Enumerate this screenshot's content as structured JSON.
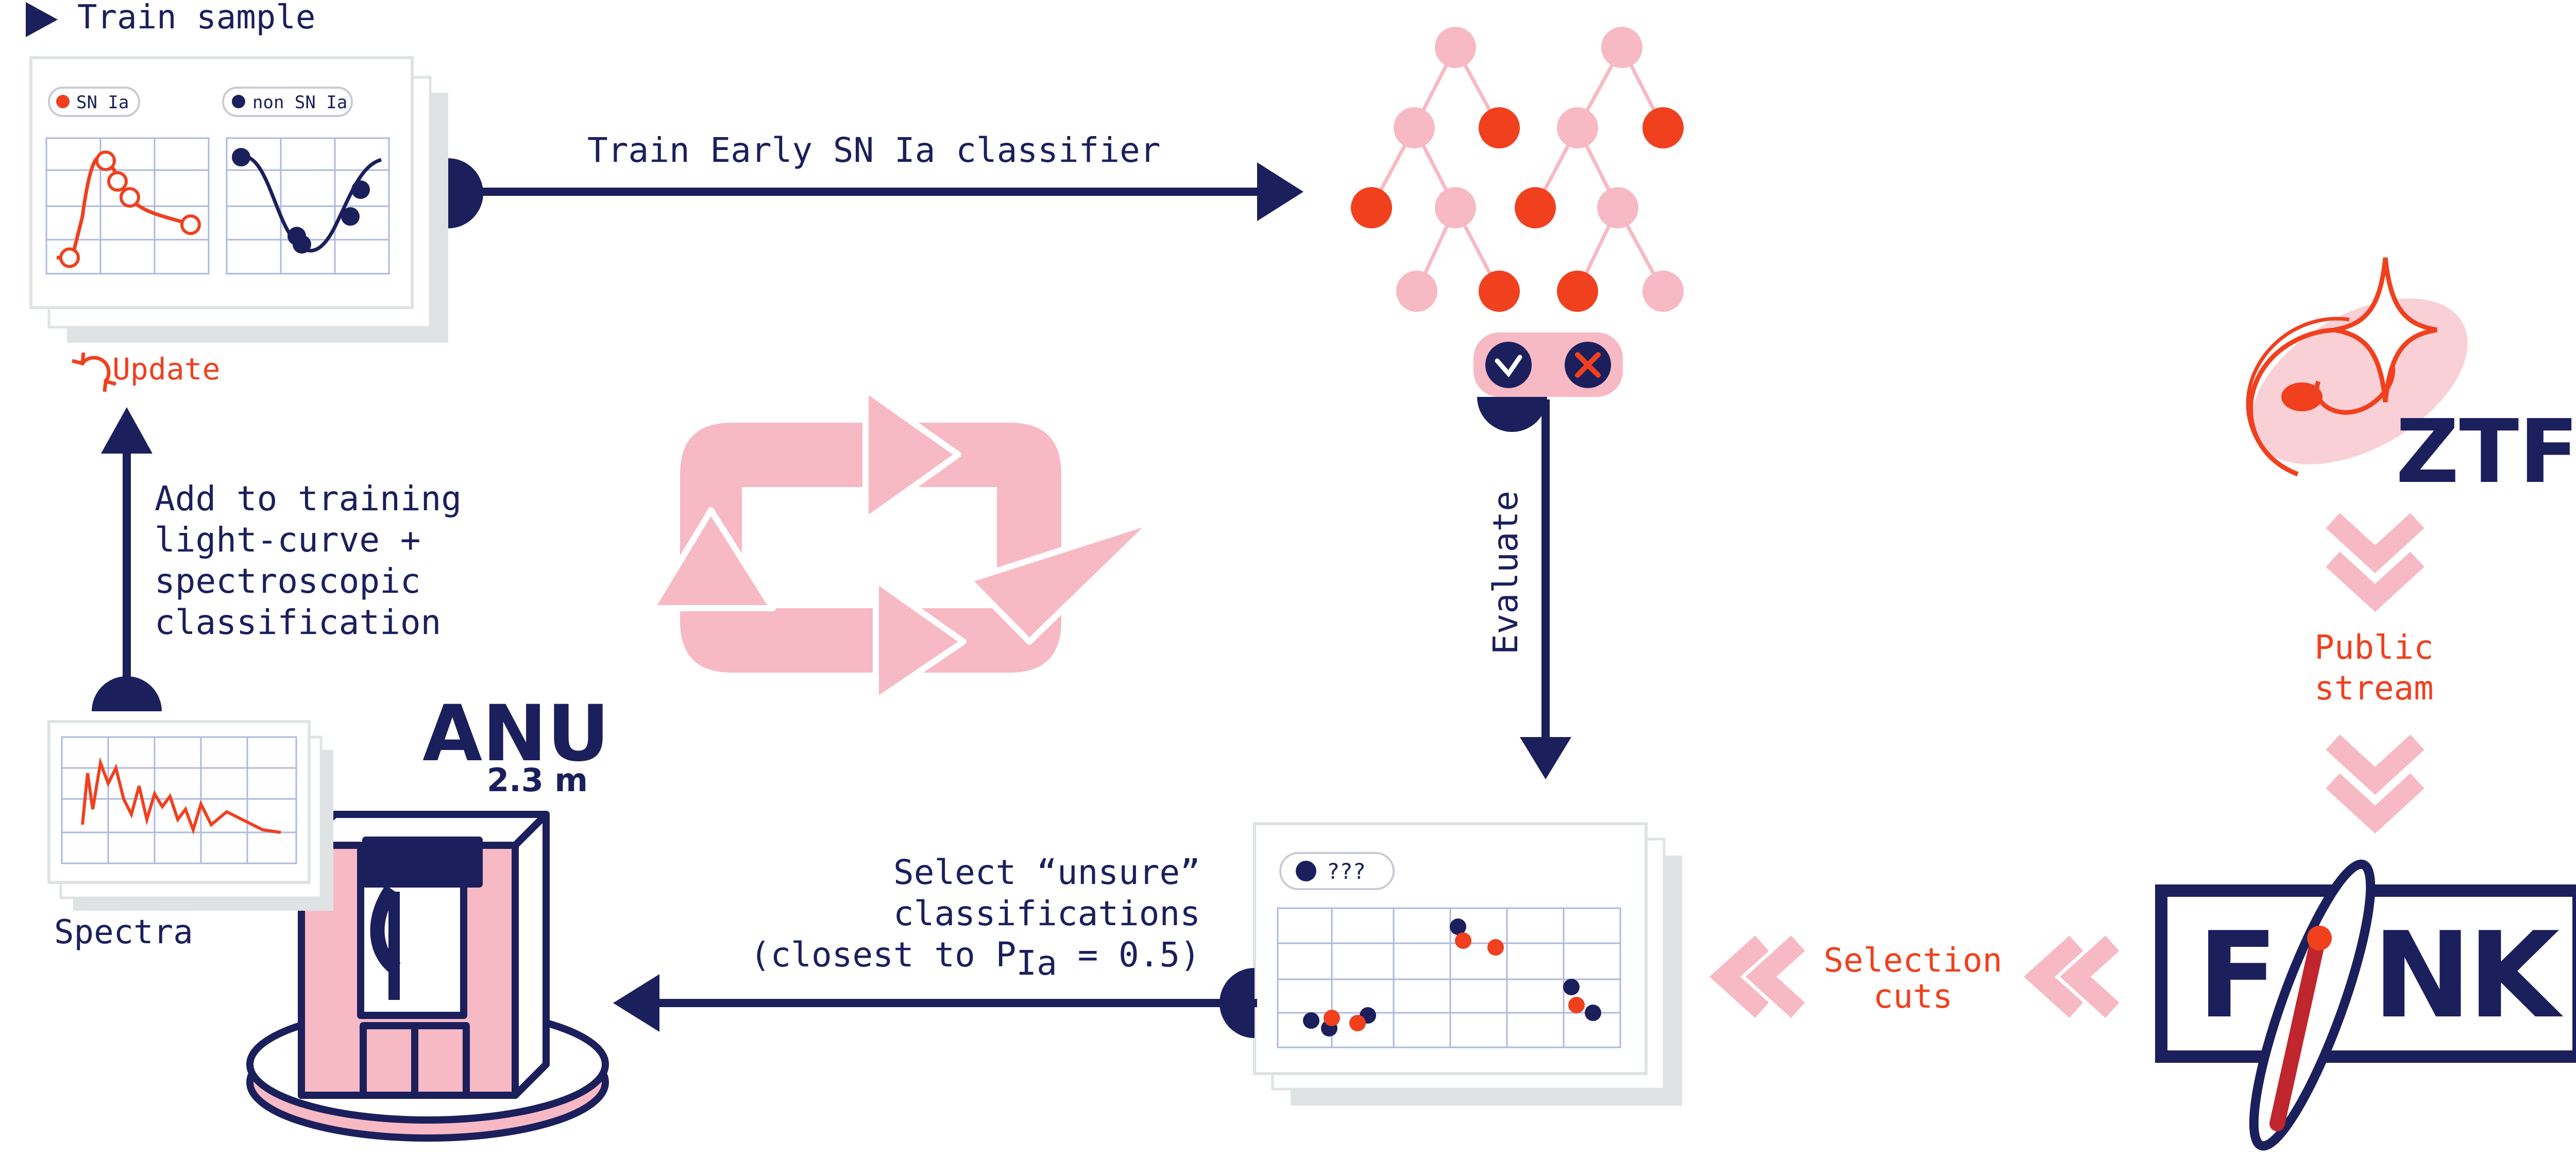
{
  "colors": {
    "navy": "#1b1f5c",
    "orange": "#f0401e",
    "pink": "#f7b9c4",
    "pink_light": "#fad0d7",
    "grid": "#aeb9de",
    "card_shadow": "#dfe3e4"
  },
  "train": {
    "title": "Train sample",
    "legend_ia": "SN Ia",
    "legend_non": "non SN Ia",
    "update": "Update"
  },
  "train_arrow": {
    "label": "Train Early SN Ia classifier"
  },
  "evaluate": {
    "label": "Evaluate"
  },
  "ztf": {
    "label": "ZTF",
    "stream_line1": "Public",
    "stream_line2": "stream"
  },
  "fink": {
    "letters": [
      "F",
      "N",
      "K"
    ]
  },
  "selection": {
    "line1": "Selection",
    "line2": "cuts",
    "legend": "???"
  },
  "select_unsure": {
    "line1": "Select “unsure”",
    "line2": "classifications",
    "line3_prefix": "(closest to P",
    "line3_sub": "Ia",
    "line3_suffix": " = 0.5)"
  },
  "anu": {
    "name": "ANU",
    "size": "2.3 m"
  },
  "spectra": {
    "label": "Spectra"
  },
  "add_training": {
    "line1": "Add to training",
    "line2": "light-curve +",
    "line3": "spectroscopic",
    "line4": "classification"
  },
  "icons": [
    "play-icon",
    "refresh-icon",
    "check-icon",
    "cross-icon",
    "galaxy-icon",
    "cycle-icon",
    "telescope-icon"
  ]
}
